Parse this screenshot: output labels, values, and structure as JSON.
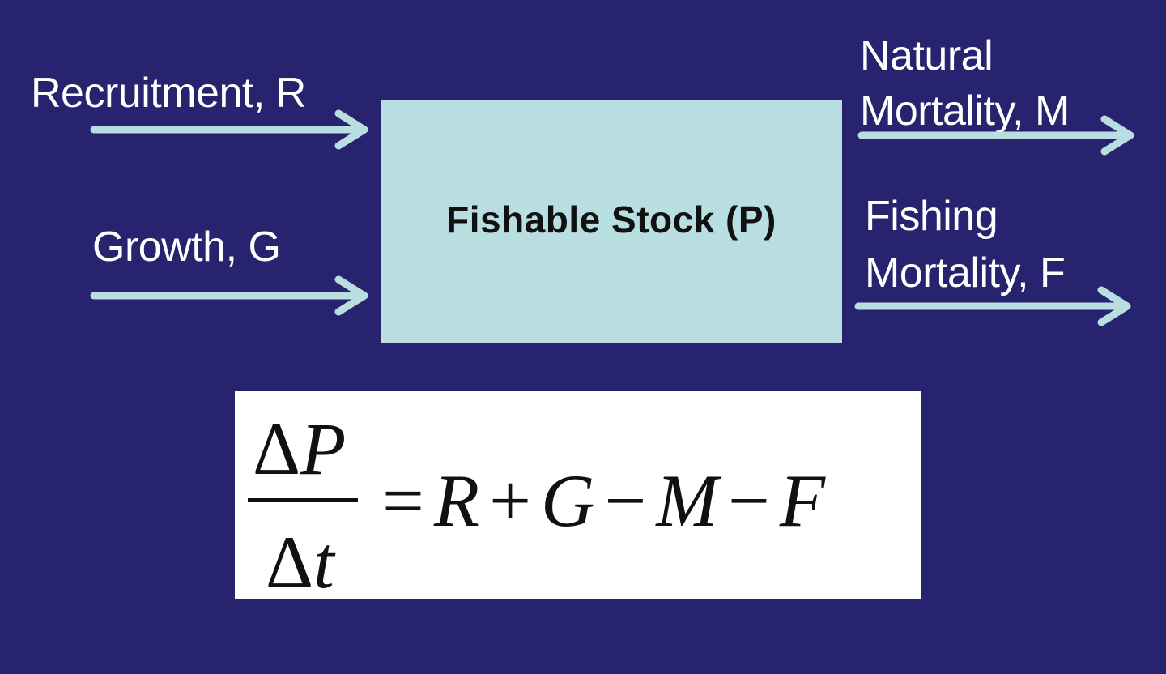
{
  "inputs": {
    "recruitment": "Recruitment, R",
    "growth": "Growth, G"
  },
  "stock": {
    "label": "Fishable Stock (P)"
  },
  "outputs": {
    "natural_line1": "Natural",
    "natural_line2": "Mortality, M",
    "fishing_line1": "Fishing",
    "fishing_line2": "Mortality, F"
  },
  "equation": {
    "numerator_symbol": "Δ",
    "numerator_var": "P",
    "denominator_symbol": "Δ",
    "denominator_var": "t",
    "equals": "=",
    "R": "R",
    "plus": "+",
    "G": "G",
    "minus1": "−",
    "M": "M",
    "minus2": "−",
    "F": "F"
  },
  "colors": {
    "background": "#27236e",
    "box_fill": "#b8dee2",
    "arrow": "#b8dee2"
  }
}
